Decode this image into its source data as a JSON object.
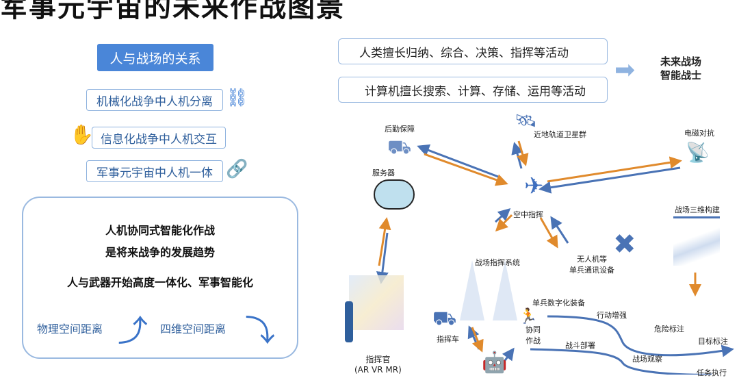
{
  "title": "军事元宇宙的未来作战图景",
  "left": {
    "header": "人与战场的关系",
    "items": [
      "机械化战争中人机分离",
      "信息化战争中人机交互",
      "军事元宇宙中人机一体"
    ],
    "box_lines": [
      "人机协同式智能化作战",
      "是将来战争的发展趋势",
      "人与武器开始高度一体化、军事智能化"
    ],
    "bottom_left": "物理空间距离",
    "bottom_right": "四维空间距离"
  },
  "right": {
    "boxes": [
      "人类擅长归纳、综合、决策、指挥等活动",
      "计算机擅长搜索、计算、存储、运用等活动"
    ],
    "result": [
      "未来战场",
      "智能战士"
    ],
    "nodes": {
      "logistics": "后勤保障",
      "satellite": "近地轨道卫星群",
      "em": "电磁对抗",
      "server": "服务器",
      "air": "空中指挥",
      "terrain": "战场三维构建",
      "cmd_system": "战场指挥系统",
      "uav": "无人机等",
      "uav2": "单兵通讯设备",
      "soldier_eq": "单兵数字化装备",
      "vehicle": "指挥车",
      "commander": "指挥官",
      "commander2": "(AR VR MR)",
      "coop1": "协同",
      "coop2": "作战"
    },
    "flows": [
      "行动增强",
      "危险标注",
      "目标标注",
      "战斗部署",
      "战场观察",
      "任务执行"
    ]
  },
  "colors": {
    "blue": "#4a73b5",
    "orange": "#e08a2c",
    "accent": "#4a86d8"
  }
}
